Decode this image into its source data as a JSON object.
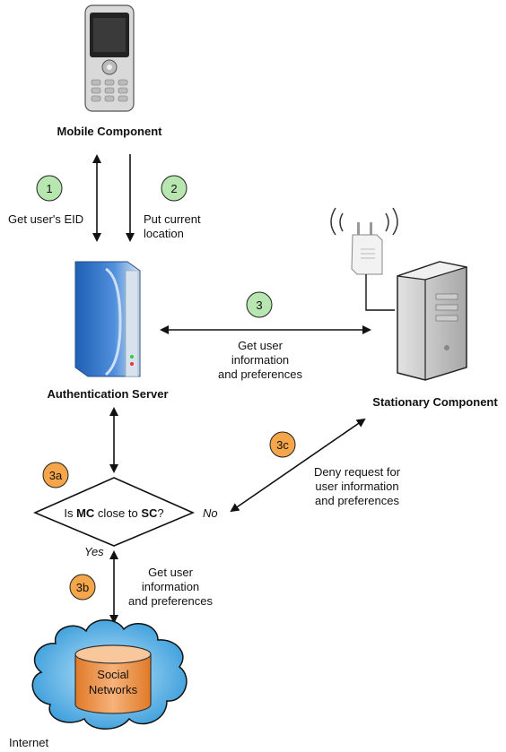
{
  "nodes": {
    "mobile_component": "Mobile Component",
    "authentication_server": "Authentication Server",
    "stationary_component": "Stationary Component",
    "internet": "Internet",
    "social_networks_line1": "Social",
    "social_networks_line2": "Networks"
  },
  "decision": {
    "pre": "Is ",
    "mc": "MC",
    "mid": " close to ",
    "sc": "SC",
    "post": "?",
    "yes": "Yes",
    "no": "No"
  },
  "steps": {
    "s1": {
      "badge": "1",
      "label": "Get user's EID"
    },
    "s2": {
      "badge": "2",
      "label_line1": "Put current",
      "label_line2": "location"
    },
    "s3": {
      "badge": "3",
      "label_line1": "Get user",
      "label_line2": "information",
      "label_line3": "and preferences"
    },
    "s3a": {
      "badge": "3a"
    },
    "s3b": {
      "badge": "3b",
      "label_line1": "Get user",
      "label_line2": "information",
      "label_line3": "and preferences"
    },
    "s3c": {
      "badge": "3c",
      "label_line1": "Deny request for",
      "label_line2": "user information",
      "label_line3": "and preferences"
    }
  },
  "colors": {
    "green_badge": "#b8e6b0",
    "orange_badge": "#f5a54a",
    "server_blue": "#3a78c8",
    "cloud_blue": "#4aa8e0",
    "db_orange": "#f09a50"
  },
  "icons": [
    "mobile-phone-icon",
    "server-tower-icon",
    "wifi-access-point-icon",
    "pc-tower-icon",
    "cloud-icon",
    "database-icon"
  ]
}
